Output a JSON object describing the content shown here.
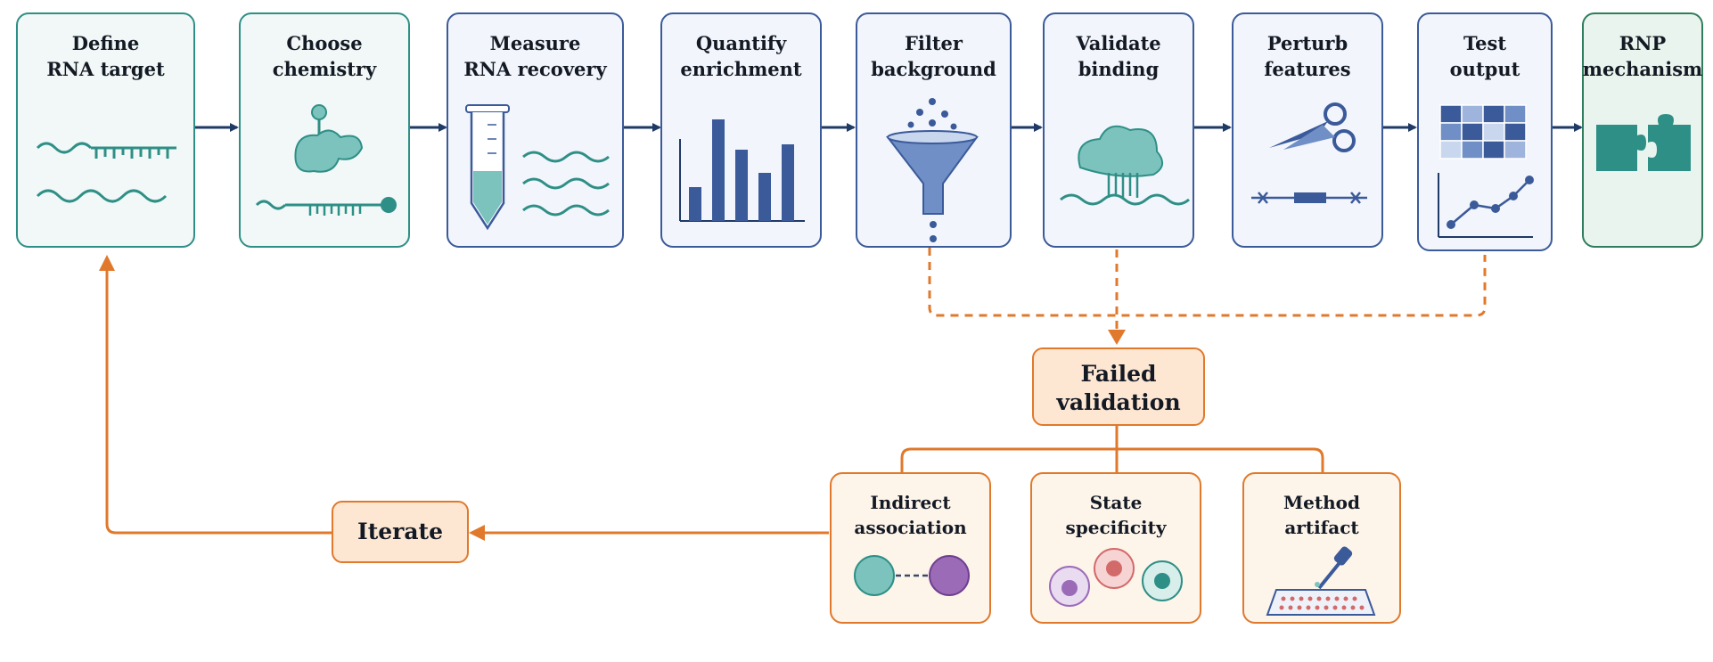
{
  "pipeline": [
    {
      "line1": "Define",
      "line2": "RNA target"
    },
    {
      "line1": "Choose",
      "line2": "chemistry"
    },
    {
      "line1": "Measure",
      "line2": "RNA recovery"
    },
    {
      "line1": "Quantify",
      "line2": "enrichment"
    },
    {
      "line1": "Filter",
      "line2": "background"
    },
    {
      "line1": "Validate",
      "line2": "binding"
    },
    {
      "line1": "Perturb",
      "line2": "features"
    },
    {
      "line1": "Test",
      "line2": "output"
    },
    {
      "line1": "RNP",
      "line2": "mechanism"
    }
  ],
  "failed": {
    "line1": "Failed",
    "line2": "validation"
  },
  "causes": [
    {
      "line1": "Indirect",
      "line2": "association"
    },
    {
      "line1": "State",
      "line2": "specificity"
    },
    {
      "line1": "Method",
      "line2": "artifact"
    }
  ],
  "iterate": {
    "label": "Iterate"
  },
  "colors": {
    "navy": "#1f3a66",
    "blue": "#3b5a9a",
    "teal": "#2e8f86",
    "teal_fill": "#7cc3bd",
    "green": "#2f7d5c",
    "orange": "#e0792c",
    "orange_fill": "#fde7d3"
  },
  "icons": [
    "rna-strands-icon",
    "chemistry-probe-icon",
    "tube-icon",
    "bar-chart-icon",
    "funnel-icon",
    "protein-binding-icon",
    "scissors-icon",
    "heatmap-line-icon",
    "puzzle-icon",
    "linked-circles-icon",
    "cells-icon",
    "pipette-plate-icon"
  ]
}
